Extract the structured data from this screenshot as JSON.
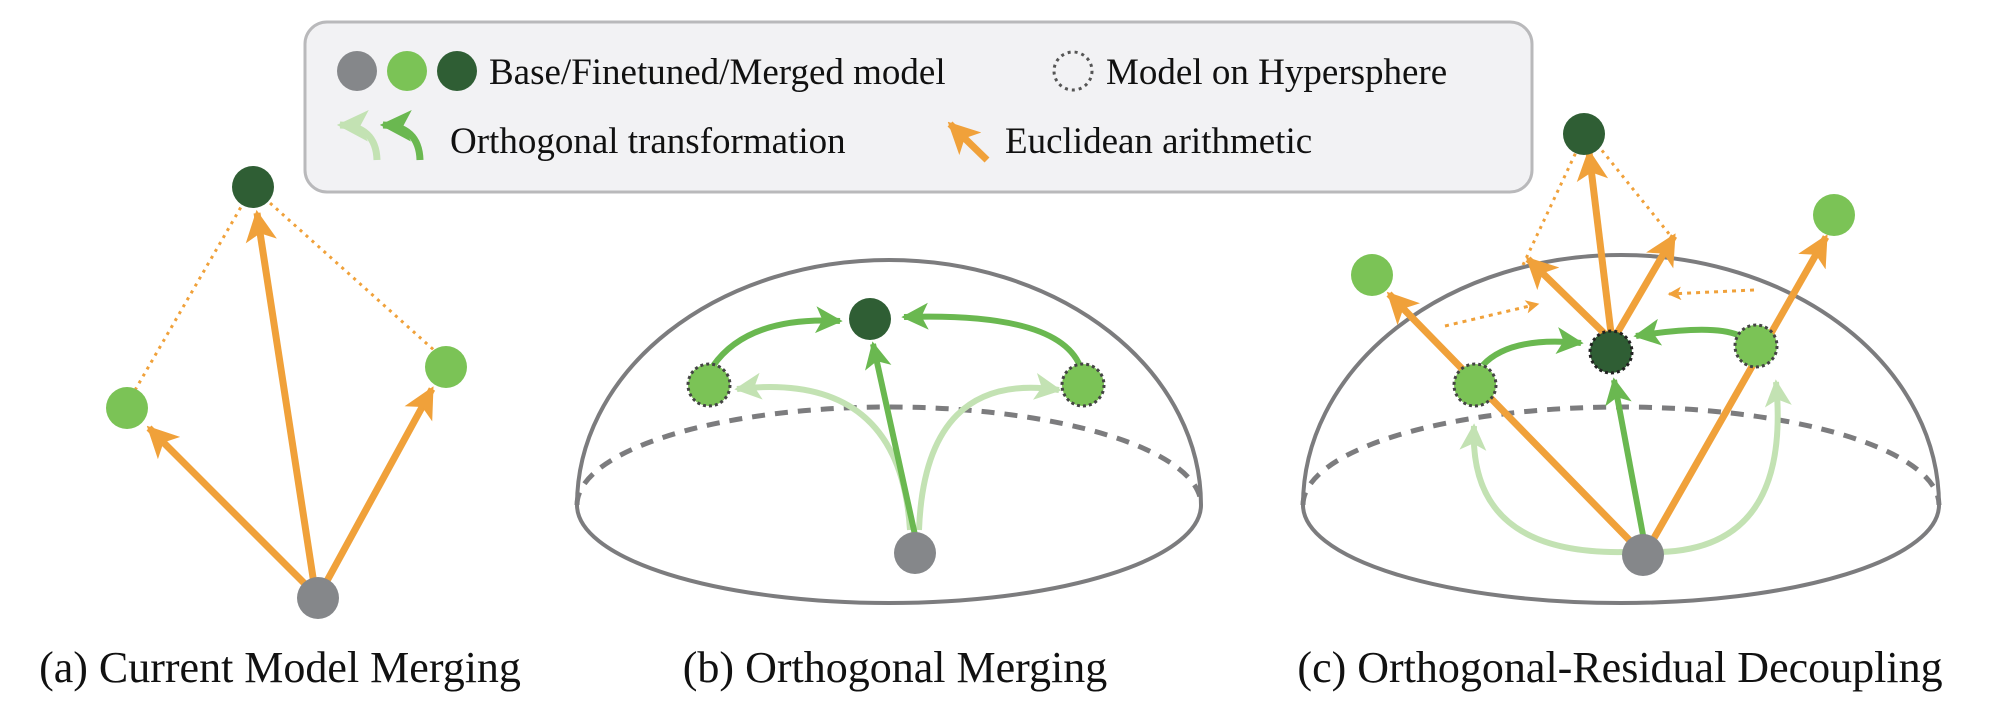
{
  "legend": {
    "models_label": "Base/Finetuned/Merged model",
    "hypersphere_label": "Model on Hypersphere",
    "orthogonal_label": "Orthogonal transformation",
    "euclidean_label": "Euclidean arithmetic"
  },
  "captions": {
    "a": "(a) Current Model Merging",
    "b": "(b) Orthogonal Merging",
    "c": "(c) Orthogonal-Residual Decoupling"
  },
  "colors": {
    "base": "#85878a",
    "finetuned": "#7bc356",
    "merged": "#2f5e34",
    "orthogonal": "#6ab850",
    "orthogonal_light": "#c3e2b3",
    "euclidean": "#f0a13a",
    "sphere": "#7c7c7e"
  }
}
